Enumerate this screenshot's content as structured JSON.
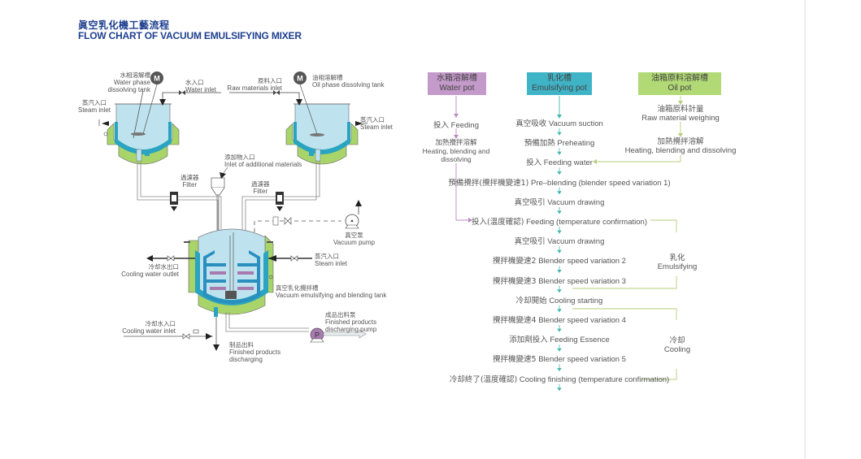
{
  "title": {
    "cn": "眞空乳化機工藝流程",
    "en": "FLOW CHART OF VACUUM EMULSIFYING MIXER"
  },
  "diagram": {
    "motor_symbol": "M",
    "pump_symbol": "P",
    "labels": {
      "water_tank": {
        "cn": "水相溶解槽",
        "en1": "Water phase",
        "en2": "dissolving tank"
      },
      "water_inlet": {
        "cn": "水入口",
        "en": "Water inlet"
      },
      "raw_inlet": {
        "cn": "原料入口",
        "en": "Raw materials inlet"
      },
      "oil_tank": {
        "cn": "油相溶解槽",
        "en": "Oil phase dissolving tank"
      },
      "steam_inlet_left": {
        "cn": "蒸汽入口",
        "en": "Steam inlet"
      },
      "steam_inlet_right": {
        "cn": "蒸汽入口",
        "en": "Steam inlet"
      },
      "additional_inlet": {
        "cn": "添加物入口",
        "en": "Inlet of additional materials"
      },
      "filter_left": {
        "cn": "過濾器",
        "en": "Filter"
      },
      "filter_right": {
        "cn": "過濾器",
        "en": "Filter"
      },
      "vacuum_pump": {
        "cn": "真空泵",
        "en": "Vacuum pump"
      },
      "cooling_outlet": {
        "cn": "冷却水出口",
        "en": "Cooling water outlet"
      },
      "steam_inlet_main": {
        "cn": "蒸汽入口",
        "en": "Steam inlet"
      },
      "main_tank": {
        "cn": "真空乳化攪拌槽",
        "en": "Vacuum emulsifying and blending tank"
      },
      "discharge_pump": {
        "cn": "成品出料泵",
        "en1": "Finished products",
        "en2": "discharging pump"
      },
      "cooling_inlet": {
        "cn": "冷却水入口",
        "en": "Cooling water inlet"
      },
      "finished_discharging": {
        "cn": "制品出料",
        "en1": "Finished products",
        "en2": "discharging"
      }
    }
  },
  "flow": {
    "colors": {
      "water": "#b98ac0",
      "emulsify": "#3fb4c6",
      "oil": "#a9d46a",
      "line_green": "#b5cf7a",
      "arrow_teal": "#45b8b0"
    },
    "headers": [
      {
        "cn": "水箱溶解槽",
        "en": "Water pot"
      },
      {
        "cn": "乳化槽",
        "en": "Emulsifying pot"
      },
      {
        "cn": "油箱原料溶解槽",
        "en": "Oil pot"
      }
    ],
    "water_steps": [
      {
        "cn": "投入",
        "en": "Feeding"
      },
      {
        "cn": "加熱攪拌溶解",
        "en1": "Heating, blending and",
        "en2": "dissolving"
      }
    ],
    "oil_steps": [
      {
        "cn": "油箱原料計量",
        "en": "Raw material weighing"
      },
      {
        "cn": "加熱攪拌溶解",
        "en": "Heating, blending and dissolving"
      }
    ],
    "main_steps": [
      {
        "cn": "真空吸收",
        "en": "Vacuum suction"
      },
      {
        "cn": "預備加熱",
        "en": "Preheating"
      },
      {
        "cn": "投入",
        "en": "Feeding water"
      },
      {
        "cn": "預備攪拌(攪拌機變速1)",
        "en": "Pre–blending (blender speed variation 1)"
      },
      {
        "cn": "真空吸引",
        "en": "Vacuum drawing"
      },
      {
        "cn": "投入(溫度確認)",
        "en": "Feeding (temperature confirmation)"
      },
      {
        "cn": "真空吸引",
        "en": "Vacuum drawing"
      },
      {
        "cn": "攪拌機變速2",
        "en": "Blender speed variation 2"
      },
      {
        "cn": "攪拌機變速3",
        "en": "Blender speed variation 3"
      },
      {
        "cn": "冷却開始",
        "en": "Cooling starting"
      },
      {
        "cn": "攪拌機變速4",
        "en": "Blender speed variation 4"
      },
      {
        "cn": "添加劑投入",
        "en": "Feeding Essence"
      },
      {
        "cn": "攪拌機變速5",
        "en": "Blender speed variation 5"
      },
      {
        "cn": "冷却終了(溫度確認)",
        "en": "Cooling finishing (temperature confirmation)"
      }
    ],
    "phases": [
      {
        "cn": "乳化",
        "en": "Emulsifying"
      },
      {
        "cn": "冷却",
        "en": "Cooling"
      }
    ]
  }
}
